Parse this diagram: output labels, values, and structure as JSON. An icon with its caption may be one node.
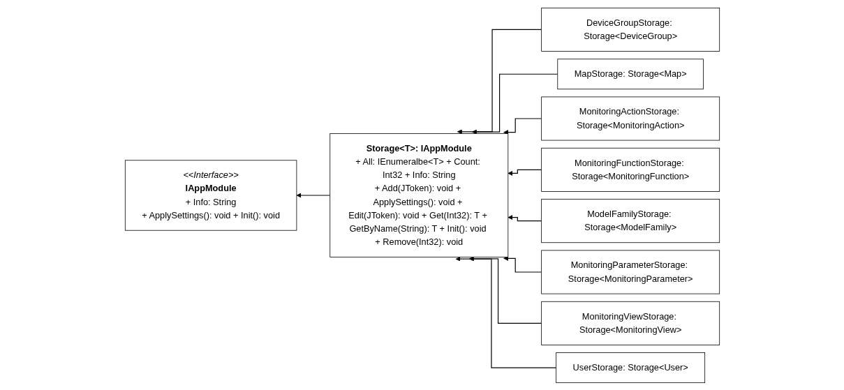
{
  "diagram": {
    "nodes": [
      {
        "text": [
          "<<Interface>>",
          "IAppModule",
          "+ Info: String",
          "+ ApplySettings(): void + Init(): void"
        ]
      },
      {
        "text": [
          "Storage<T>: IAppModule",
          "+ All: IEnumeralbe<T> + Count: Int32 + Info: String",
          "+ Add(JToken): void + ApplySettings(): void + Edit(JToken): void + Get(Int32): T + GetByName(String): T + Init(): void + Remove(Int32): void"
        ]
      },
      {
        "text": [
          "DeviceGroupStorage: Storage<DeviceGroup>"
        ]
      },
      {
        "text": [
          "MapStorage: Storage<Map>"
        ]
      },
      {
        "text": [
          "MonitoringActionStorage: Storage<MonitoringAction>"
        ]
      },
      {
        "text": [
          "MonitoringFunctionStorage: Storage<MonitoringFunction>"
        ]
      },
      {
        "text": [
          "ModelFamilyStorage: Storage<ModelFamily>"
        ]
      },
      {
        "text": [
          "MonitoringParameterStorage: Storage<MonitoringParameter>"
        ]
      },
      {
        "text": [
          "MonitoringViewStorage: Storage<MonitoringView>"
        ]
      },
      {
        "text": [
          "UserStorage: Storage<User>"
        ]
      }
    ],
    "edges": [
      {
        "from": 1,
        "to": 0,
        "arrow": "to"
      },
      {
        "from": 2,
        "to": 1,
        "arrow": "to"
      },
      {
        "from": 3,
        "to": 1,
        "arrow": "to"
      },
      {
        "from": 4,
        "to": 1,
        "arrow": "to"
      },
      {
        "from": 5,
        "to": 1,
        "arrow": "to"
      },
      {
        "from": 6,
        "to": 1,
        "arrow": "to"
      },
      {
        "from": 7,
        "to": 1,
        "arrow": "to"
      },
      {
        "from": 8,
        "to": 1,
        "arrow": "to"
      },
      {
        "from": 9,
        "to": 1,
        "arrow": "to"
      }
    ]
  }
}
